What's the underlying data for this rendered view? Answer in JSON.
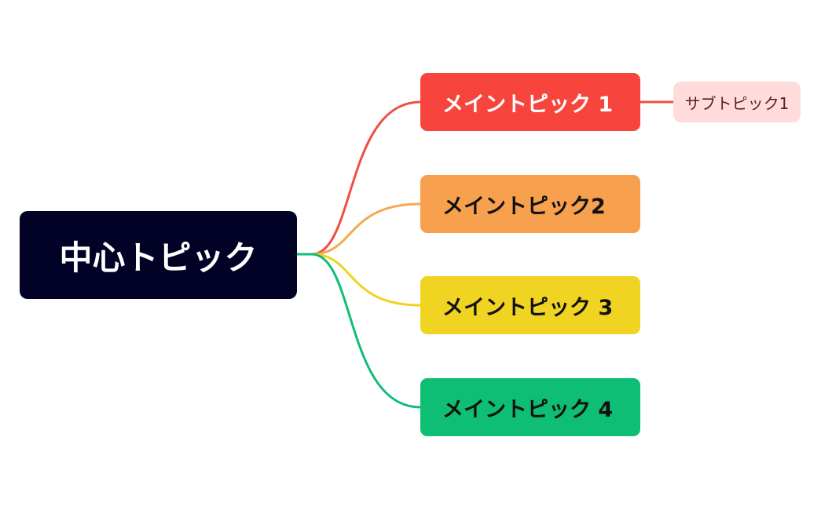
{
  "diagram": {
    "central": {
      "label": "中心トピック",
      "color": "#020226"
    },
    "main_topics": [
      {
        "label": "メイントピック 1",
        "color": "#f7453d",
        "line_color": "#ef4e44"
      },
      {
        "label": "メイントピック2",
        "color": "#f7a04d",
        "line_color": "#f6a84f"
      },
      {
        "label": "メイントピック 3",
        "color": "#f1d322",
        "line_color": "#f0d21f"
      },
      {
        "label": "メイントピック 4",
        "color": "#0dbe74",
        "line_color": "#10bd76"
      }
    ],
    "sub_topics": [
      {
        "parent": 0,
        "label": "サブトピック1",
        "color": "#ffdcdb"
      }
    ]
  }
}
